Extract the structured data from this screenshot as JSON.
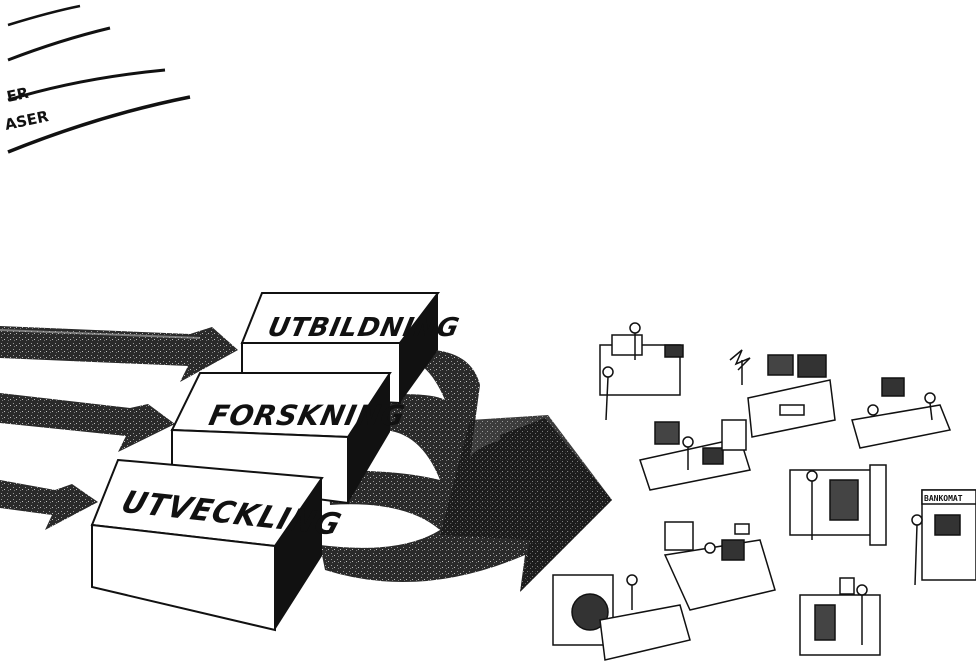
{
  "corner_fragment": {
    "line1": "ER",
    "line2": "ASER"
  },
  "stages": [
    {
      "label": "UTBILDNING"
    },
    {
      "label": "FORSKNING"
    },
    {
      "label": "UTVECKLING"
    }
  ],
  "scenes": {
    "bank_sign": "BANKOMAT"
  }
}
